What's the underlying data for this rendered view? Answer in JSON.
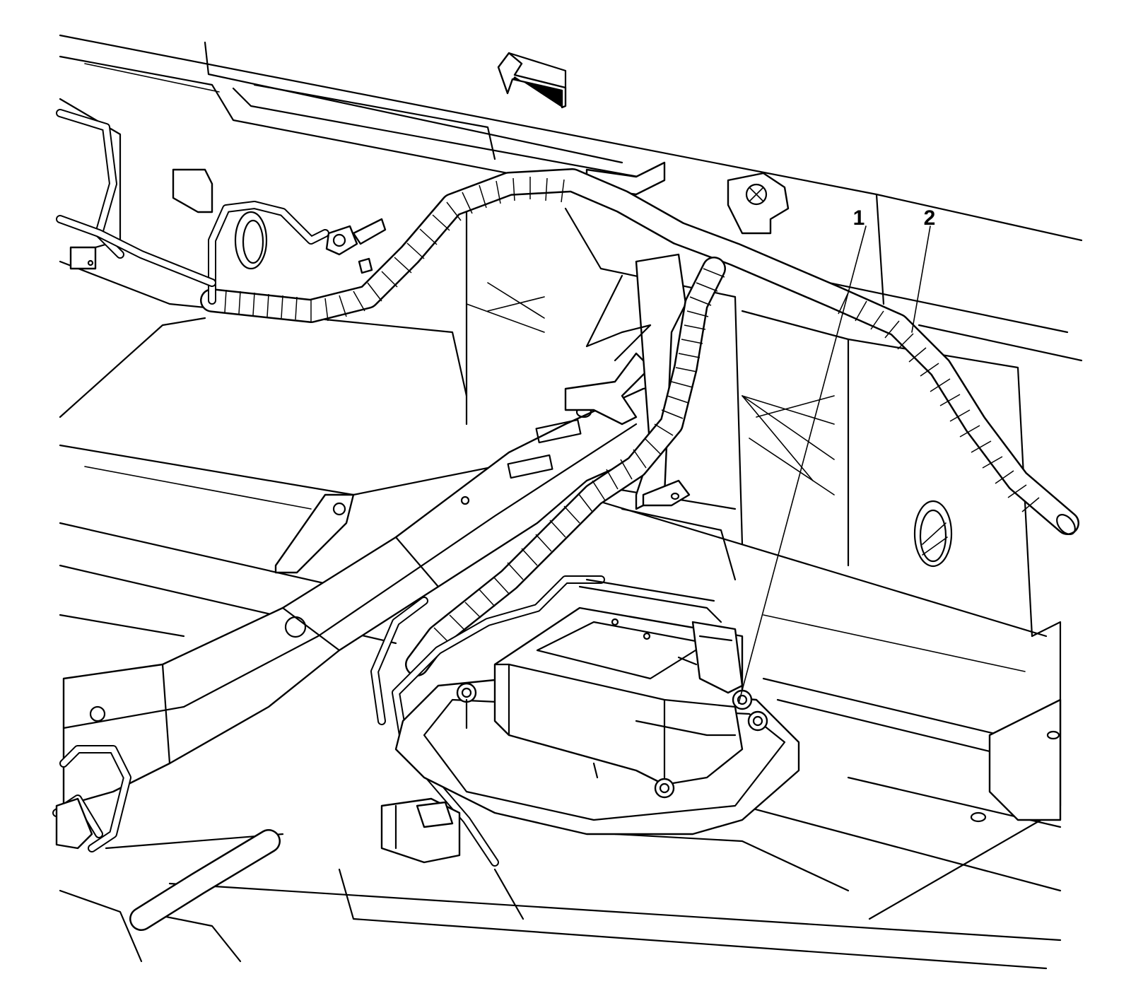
{
  "callouts": {
    "module": "1",
    "harness": "2"
  },
  "colors": {
    "line": "#000000",
    "background": "#ffffff"
  },
  "icons": {
    "direction_arrow": "front-direction-arrow"
  }
}
